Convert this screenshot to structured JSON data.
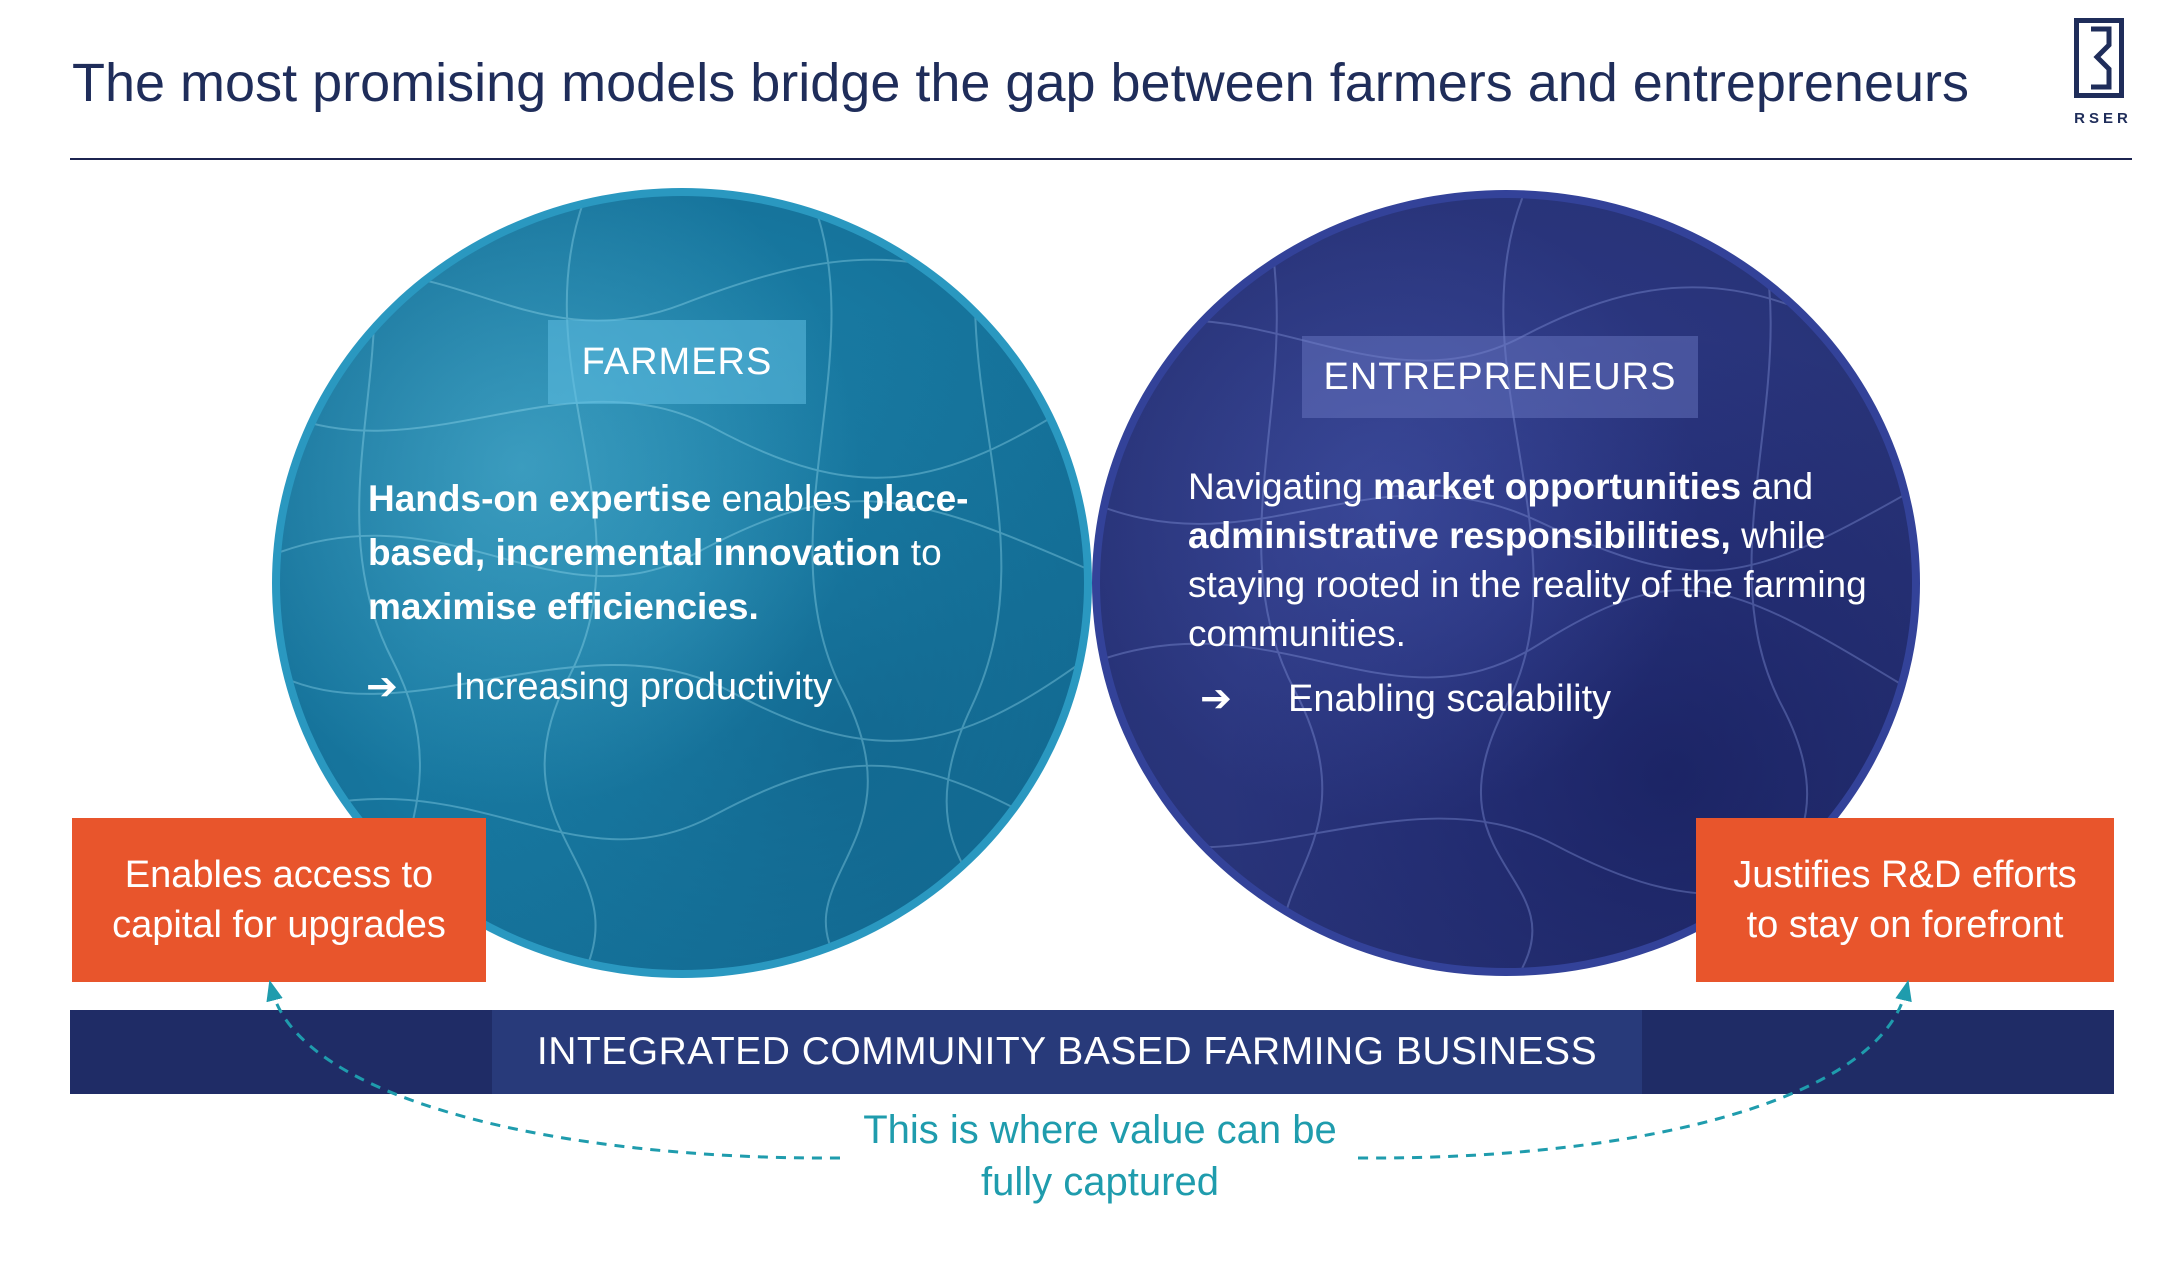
{
  "header": {
    "title": "The most promising models bridge the gap between farmers and entrepreneurs",
    "logo_text": "RSER"
  },
  "farmers": {
    "label": "FARMERS",
    "body": [
      {
        "text": "Hands-on expertise",
        "bold": true
      },
      {
        "text": " enables ",
        "bold": false
      },
      {
        "text": "place-based, incremental innovation",
        "bold": true
      },
      {
        "text": " to ",
        "bold": false
      },
      {
        "text": "maximise efficiencies.",
        "bold": true
      }
    ],
    "outcome": "Increasing productivity"
  },
  "entrepreneurs": {
    "label": "ENTREPRENEURS",
    "body": [
      {
        "text": "Navigating ",
        "bold": false
      },
      {
        "text": "market opportunities",
        "bold": true
      },
      {
        "text": " and ",
        "bold": false
      },
      {
        "text": "administrative responsibilities,",
        "bold": true
      },
      {
        "text": " while staying rooted in the reality of the farming communities.",
        "bold": false
      }
    ],
    "outcome": "Enabling scalability"
  },
  "arrow_symbol": "➔",
  "left_box": {
    "line1": "Enables access to",
    "line2": "capital for upgrades"
  },
  "right_box": {
    "line1": "Justifies R&D efforts",
    "line2": "to stay on forefront"
  },
  "banner": {
    "label": "INTEGRATED COMMUNITY BASED FARMING BUSINESS"
  },
  "value_note": {
    "line1": "This is where value can be",
    "line2": "fully captured"
  },
  "colors": {
    "navy": "#1f2c66",
    "farmers_blue": "#1f8bb3",
    "entrepreneurs_indigo": "#2e3a8a",
    "accent_orange": "#e8552c",
    "teal_note": "#1f9cad"
  }
}
